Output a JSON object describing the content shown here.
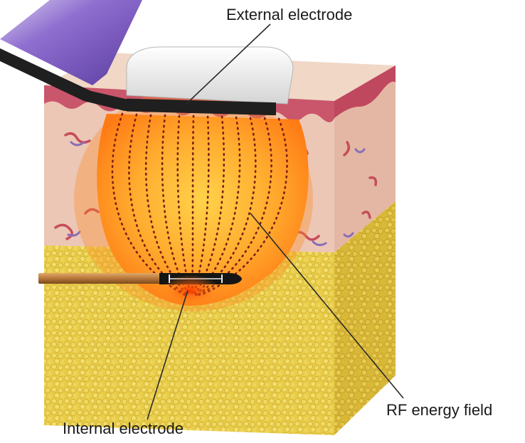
{
  "labels": {
    "external_electrode": "External electrode",
    "rf_energy_field": "RF energy field",
    "internal_electrode": "Internal electrode"
  },
  "colors": {
    "skin_top": "#f1d7c6",
    "dermis": "#ecc7b6",
    "epidermis_edge": "#c9566a",
    "fat": "#e9cd48",
    "fat_dark": "#c9a92a",
    "rf_field": "#ff8a1f",
    "rf_core": "#ffd24a",
    "field_dots": "#7a1f14",
    "handpiece": "#7d5bc0",
    "electrode_pad": "#e6e6e6",
    "electrode_plate": "#1f1f1f",
    "cannula": "#b8773a",
    "vessels": "#c74d5a"
  },
  "icons": {
    "external": "external-electrode-icon",
    "internal": "internal-electrode-icon"
  }
}
